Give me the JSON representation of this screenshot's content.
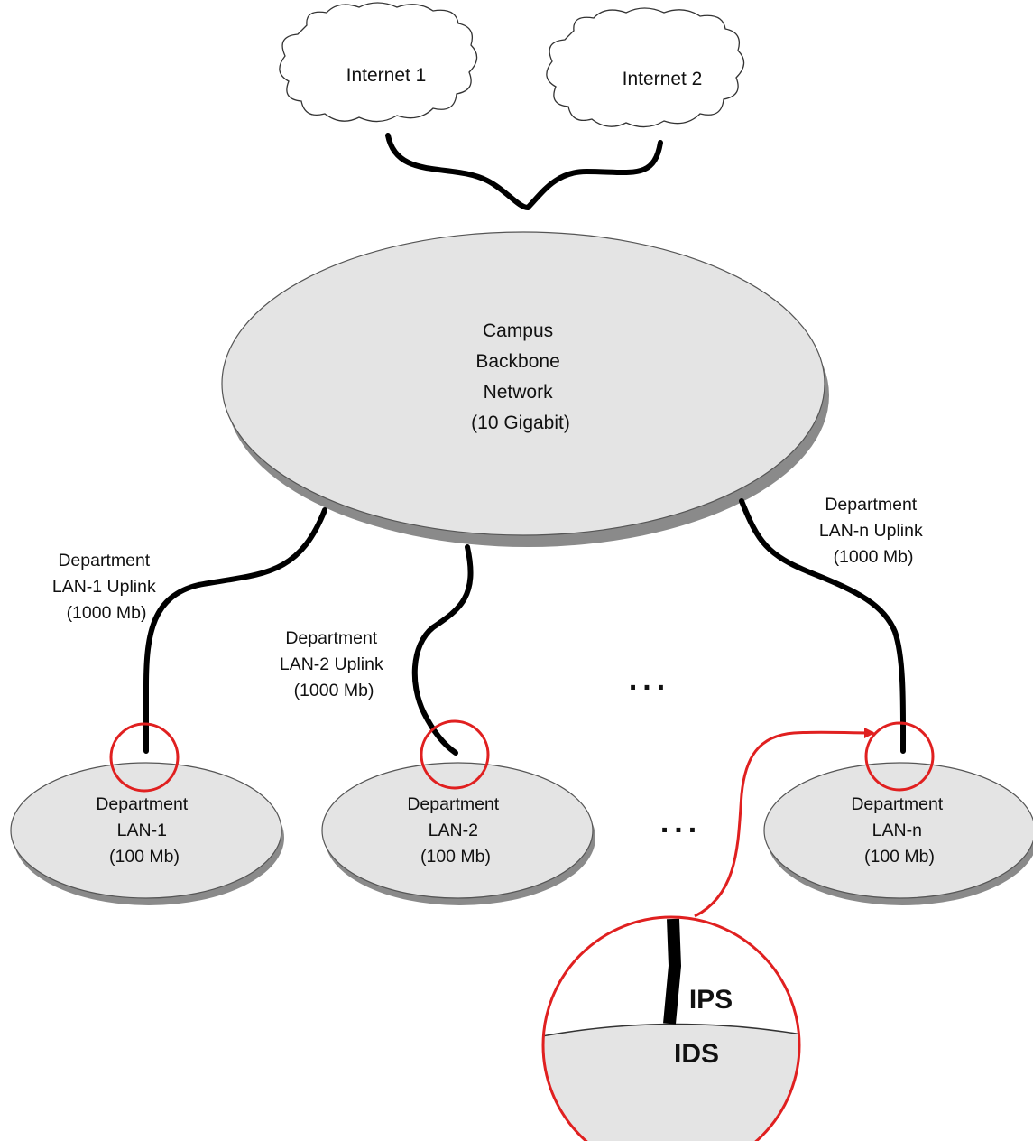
{
  "clouds": [
    {
      "id": "internet-1",
      "label": "Internet 1"
    },
    {
      "id": "internet-2",
      "label": "Internet 2"
    }
  ],
  "backbone": {
    "lines": [
      "Campus",
      "Backbone",
      "Network",
      "(10 Gigabit)"
    ]
  },
  "uplinks": [
    {
      "id": "lan-1-uplink",
      "lines": [
        "Department",
        "LAN-1 Uplink",
        "(1000 Mb)"
      ]
    },
    {
      "id": "lan-2-uplink",
      "lines": [
        "Department",
        "LAN-2 Uplink",
        "(1000 Mb)"
      ]
    },
    {
      "id": "lan-n-uplink",
      "lines": [
        "Department",
        "LAN-n Uplink",
        "(1000 Mb)"
      ]
    }
  ],
  "departments": [
    {
      "id": "lan-1",
      "lines": [
        "Department",
        "LAN-1",
        "(100 Mb)"
      ]
    },
    {
      "id": "lan-2",
      "lines": [
        "Department",
        "LAN-2",
        "(100 Mb)"
      ]
    },
    {
      "id": "lan-n",
      "lines": [
        "Department",
        "LAN-n",
        "(100 Mb)"
      ]
    }
  ],
  "ellipsis": "...",
  "zoom": {
    "ips_label": "IPS",
    "ids_label": "IDS"
  },
  "colors": {
    "node_fill": "#e4e4e4",
    "node_shadow": "#8a8a8a",
    "cable": "#000000",
    "highlight": "#e02020"
  }
}
